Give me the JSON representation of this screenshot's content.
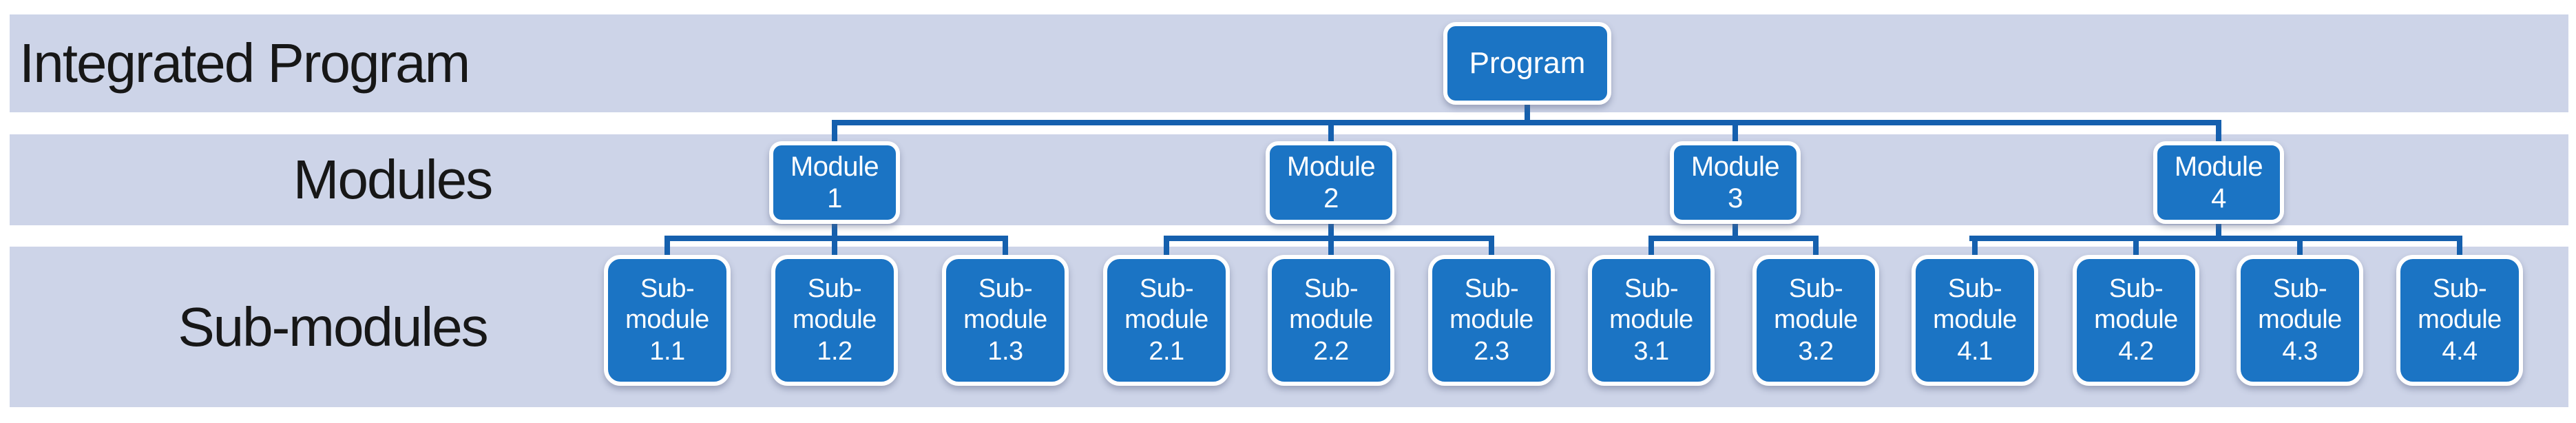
{
  "rows": [
    {
      "label": "Integrated Program"
    },
    {
      "label": "Modules"
    },
    {
      "label": "Sub-modules"
    }
  ],
  "nodes": {
    "program": {
      "label": "Program"
    },
    "modules": [
      {
        "line1": "Module",
        "line2": "1"
      },
      {
        "line1": "Module",
        "line2": "2"
      },
      {
        "line1": "Module",
        "line2": "3"
      },
      {
        "line1": "Module",
        "line2": "4"
      }
    ],
    "submodules": [
      {
        "line1": "Sub-",
        "line2": "module",
        "line3": "1.1"
      },
      {
        "line1": "Sub-",
        "line2": "module",
        "line3": "1.2"
      },
      {
        "line1": "Sub-",
        "line2": "module",
        "line3": "1.3"
      },
      {
        "line1": "Sub-",
        "line2": "module",
        "line3": "2.1"
      },
      {
        "line1": "Sub-",
        "line2": "module",
        "line3": "2.2"
      },
      {
        "line1": "Sub-",
        "line2": "module",
        "line3": "2.3"
      },
      {
        "line1": "Sub-",
        "line2": "module",
        "line3": "3.1"
      },
      {
        "line1": "Sub-",
        "line2": "module",
        "line3": "3.2"
      },
      {
        "line1": "Sub-",
        "line2": "module",
        "line3": "4.1"
      },
      {
        "line1": "Sub-",
        "line2": "module",
        "line3": "4.2"
      },
      {
        "line1": "Sub-",
        "line2": "module",
        "line3": "4.3"
      },
      {
        "line1": "Sub-",
        "line2": "module",
        "line3": "4.4"
      }
    ]
  },
  "colors": {
    "node_blue": "#1B74C4",
    "connector_blue": "#1560AE",
    "band_lavender": "#CDD4E8",
    "node_text": "#FFFFFF",
    "label_text": "#171717",
    "background": "#FFFFFF"
  }
}
